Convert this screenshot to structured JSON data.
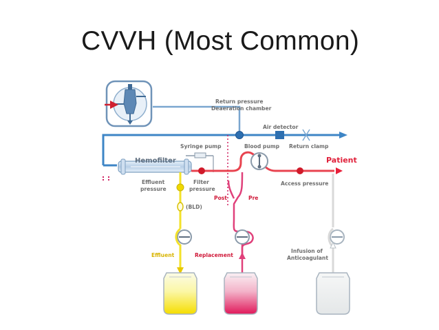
{
  "title": "CVVH (Most Common)",
  "labels": {
    "return_pressure": "Return pressure",
    "deaeration_chamber": "Deaeration chamber",
    "air_detector": "Air detector",
    "syringe_pump": "Syringe pump",
    "blood_pump": "Blood pump",
    "return_clamp": "Return clamp",
    "hemofilter": "Hemofilter",
    "patient": "Patient",
    "effluent_pressure_1": "Effluent",
    "effluent_pressure_2": "pressure",
    "filter_pressure_1": "Filter",
    "filter_pressure_2": "pressure",
    "access_pressure": "Access pressure",
    "post": "Post",
    "pre": "Pre",
    "bld": "(BLD)",
    "effluent": "Effluent",
    "replacement": "Replacement",
    "infusion_1": "Infusion of",
    "infusion_2": "Anticoagulant"
  },
  "colors": {
    "return_line": "#3d85c6",
    "blood_line": "#e8434f",
    "replacement_line": "#e0407a",
    "effluent_line": "#f3e12a",
    "anticoagulant_line": "#d9d9d9",
    "frame": "#9fb5c8"
  }
}
